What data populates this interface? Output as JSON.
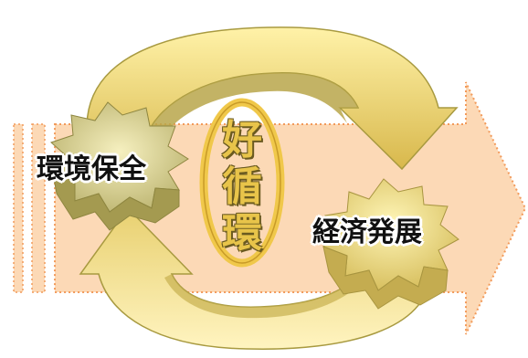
{
  "labels": {
    "left": "環境保全",
    "right": "経済発展",
    "center": "好循環"
  },
  "colors": {
    "background_arrow": "#fcd9b6",
    "background_arrow_dots": "#f29a5a",
    "loop_arrow": "#f0d870",
    "loop_arrow_shade": "#a89a40",
    "left_burst": "#d8d090",
    "right_burst": "#f0e080",
    "center_ring": "#f0c84a"
  }
}
